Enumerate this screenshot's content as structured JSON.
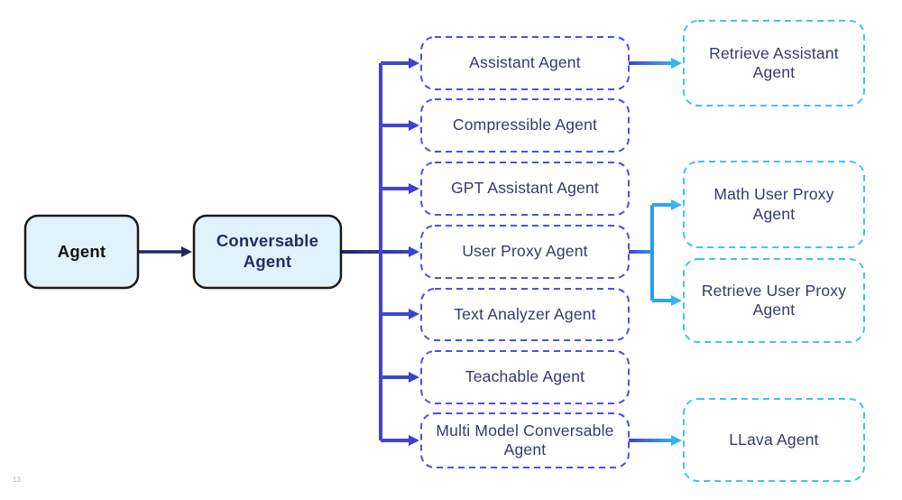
{
  "page": {
    "number": "13"
  },
  "colors": {
    "background": "#ffffff",
    "solid_box_fill": "#e0f2fb",
    "solid_box_border": "#1a1a1a",
    "root_text": "#111111",
    "base_text": "#262b66",
    "subclass_text": "#343a72",
    "subclass_border": "#4b51e4",
    "subclass_arrow": "#4145d2",
    "dark_arrow": "#23265c",
    "leaf_border": "#3ec2f7",
    "leaf_arrow": "#34b4f2"
  },
  "diagram": {
    "root": {
      "label": "Agent"
    },
    "base": {
      "label": "Conversable Agent"
    },
    "subclasses": [
      {
        "label": "Assistant Agent"
      },
      {
        "label": "Compressible Agent"
      },
      {
        "label": "GPT Assistant Agent"
      },
      {
        "label": "User Proxy Agent"
      },
      {
        "label": "Text Analyzer Agent"
      },
      {
        "label": "Teachable Agent"
      },
      {
        "label": "Multi Model Conversable Agent"
      }
    ],
    "leaves": [
      {
        "label": "Retrieve Assistant Agent",
        "parent": "Assistant Agent"
      },
      {
        "label": "Math User Proxy Agent",
        "parent": "User Proxy Agent"
      },
      {
        "label": "Retrieve User Proxy Agent",
        "parent": "User Proxy Agent"
      },
      {
        "label": "LLava Agent",
        "parent": "Multi Model Conversable Agent"
      }
    ]
  }
}
